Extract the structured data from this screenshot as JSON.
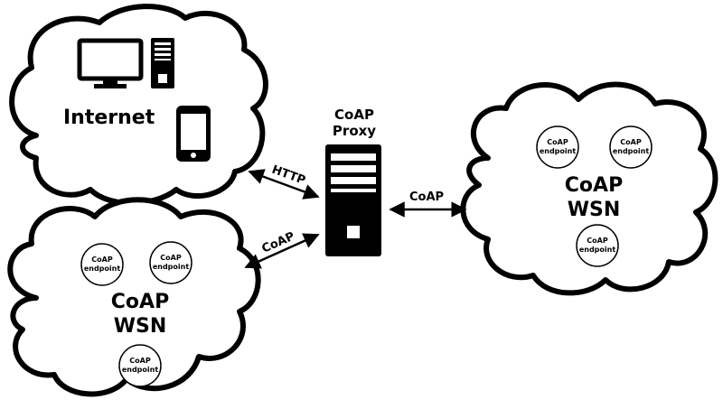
{
  "clouds": {
    "internet": {
      "label": "Internet"
    },
    "wsn_left": {
      "title_line1": "CoAP",
      "title_line2": "WSN",
      "endpoint_label": "CoAP endpoint"
    },
    "wsn_right": {
      "title_line1": "CoAP",
      "title_line2": "WSN",
      "endpoint_label": "CoAP endpoint"
    }
  },
  "proxy": {
    "line1": "CoAP",
    "line2": "Proxy"
  },
  "links": {
    "internet_proxy": "HTTP",
    "wsn_left_proxy": "CoAP",
    "proxy_wsn_right": "CoAP"
  },
  "devices": [
    "monitor-icon",
    "tower-icon",
    "smartphone-icon"
  ]
}
